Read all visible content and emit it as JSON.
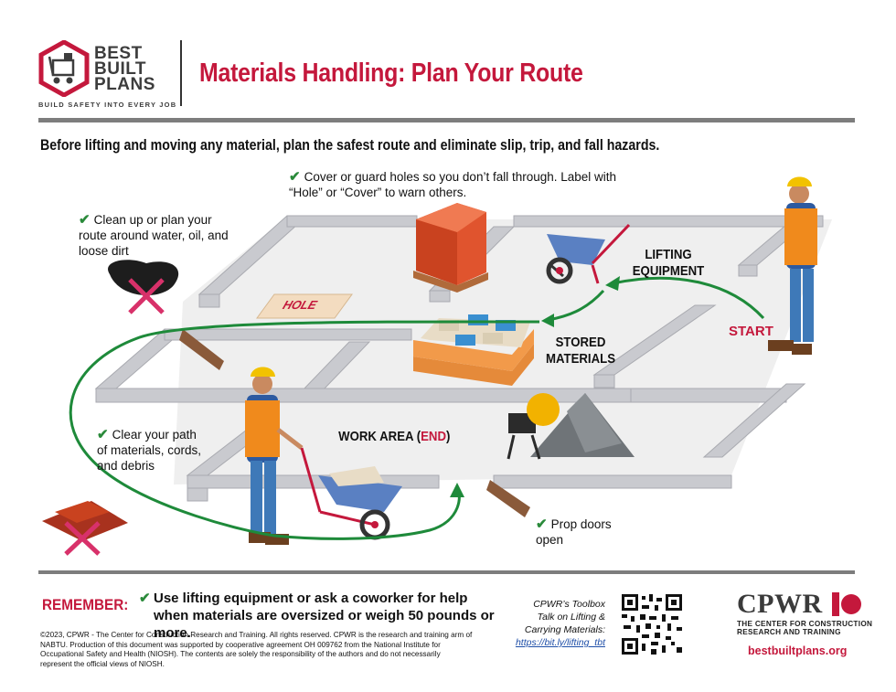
{
  "header": {
    "logo_line1": "BEST",
    "logo_line2": "BUILT",
    "logo_line3": "PLANS",
    "logo_tagline": "BUILD SAFETY INTO EVERY JOB",
    "title": "Materials Handling: Plan Your Route"
  },
  "intro": "Before lifting and moving any material, plan the safest route and eliminate slip, trip, and fall hazards.",
  "tips": {
    "holes": "Cover or guard holes so you don’t fall through. Label with “Hole” or “Cover” to warn others.",
    "cleanup": "Clean up or plan your route around water, oil, and loose dirt",
    "clear_path": "Clear your path of materials, cords, and debris",
    "prop_doors": "Prop doors open"
  },
  "labels": {
    "lifting_equipment_1": "LIFTING",
    "lifting_equipment_2": "EQUIPMENT",
    "stored_materials_1": "STORED",
    "stored_materials_2": "MATERIALS",
    "work_area": "WORK AREA (",
    "end": "END",
    "close_paren": ")",
    "start": "START",
    "hole_sign": "HOLE"
  },
  "footer": {
    "remember": "REMEMBER:",
    "remember_text": "Use lifting equipment or ask a coworker for help when materials are oversized or weigh 50 pounds or more.",
    "legal": "©2023, CPWR - The Center for Construction Research and Training. All rights reserved. CPWR is the research and training arm of NABTU. Production of this document was supported by cooperative agreement OH 009762 from the National Institute for Occupational Safety and Health (NIOSH). The contents are solely the responsibility of the authors and do not necessarily represent the official views of NIOSH.",
    "toolbox_1": "CPWR’s Toolbox",
    "toolbox_2": "Talk on Lifting &",
    "toolbox_3": "Carrying Materials:",
    "toolbox_link": "https://bit.ly/lifting_tbt",
    "cpwr": "CPWR",
    "cpwr_sub1": "THE CENTER FOR CONSTRUCTION",
    "cpwr_sub2": "RESEARCH AND TRAINING",
    "site": "bestbuiltplans.org"
  },
  "colors": {
    "brand_red": "#c4183c",
    "check_green": "#2a8a3a",
    "route_green": "#1e8a3a",
    "rule_gray": "#7d7d7d"
  }
}
